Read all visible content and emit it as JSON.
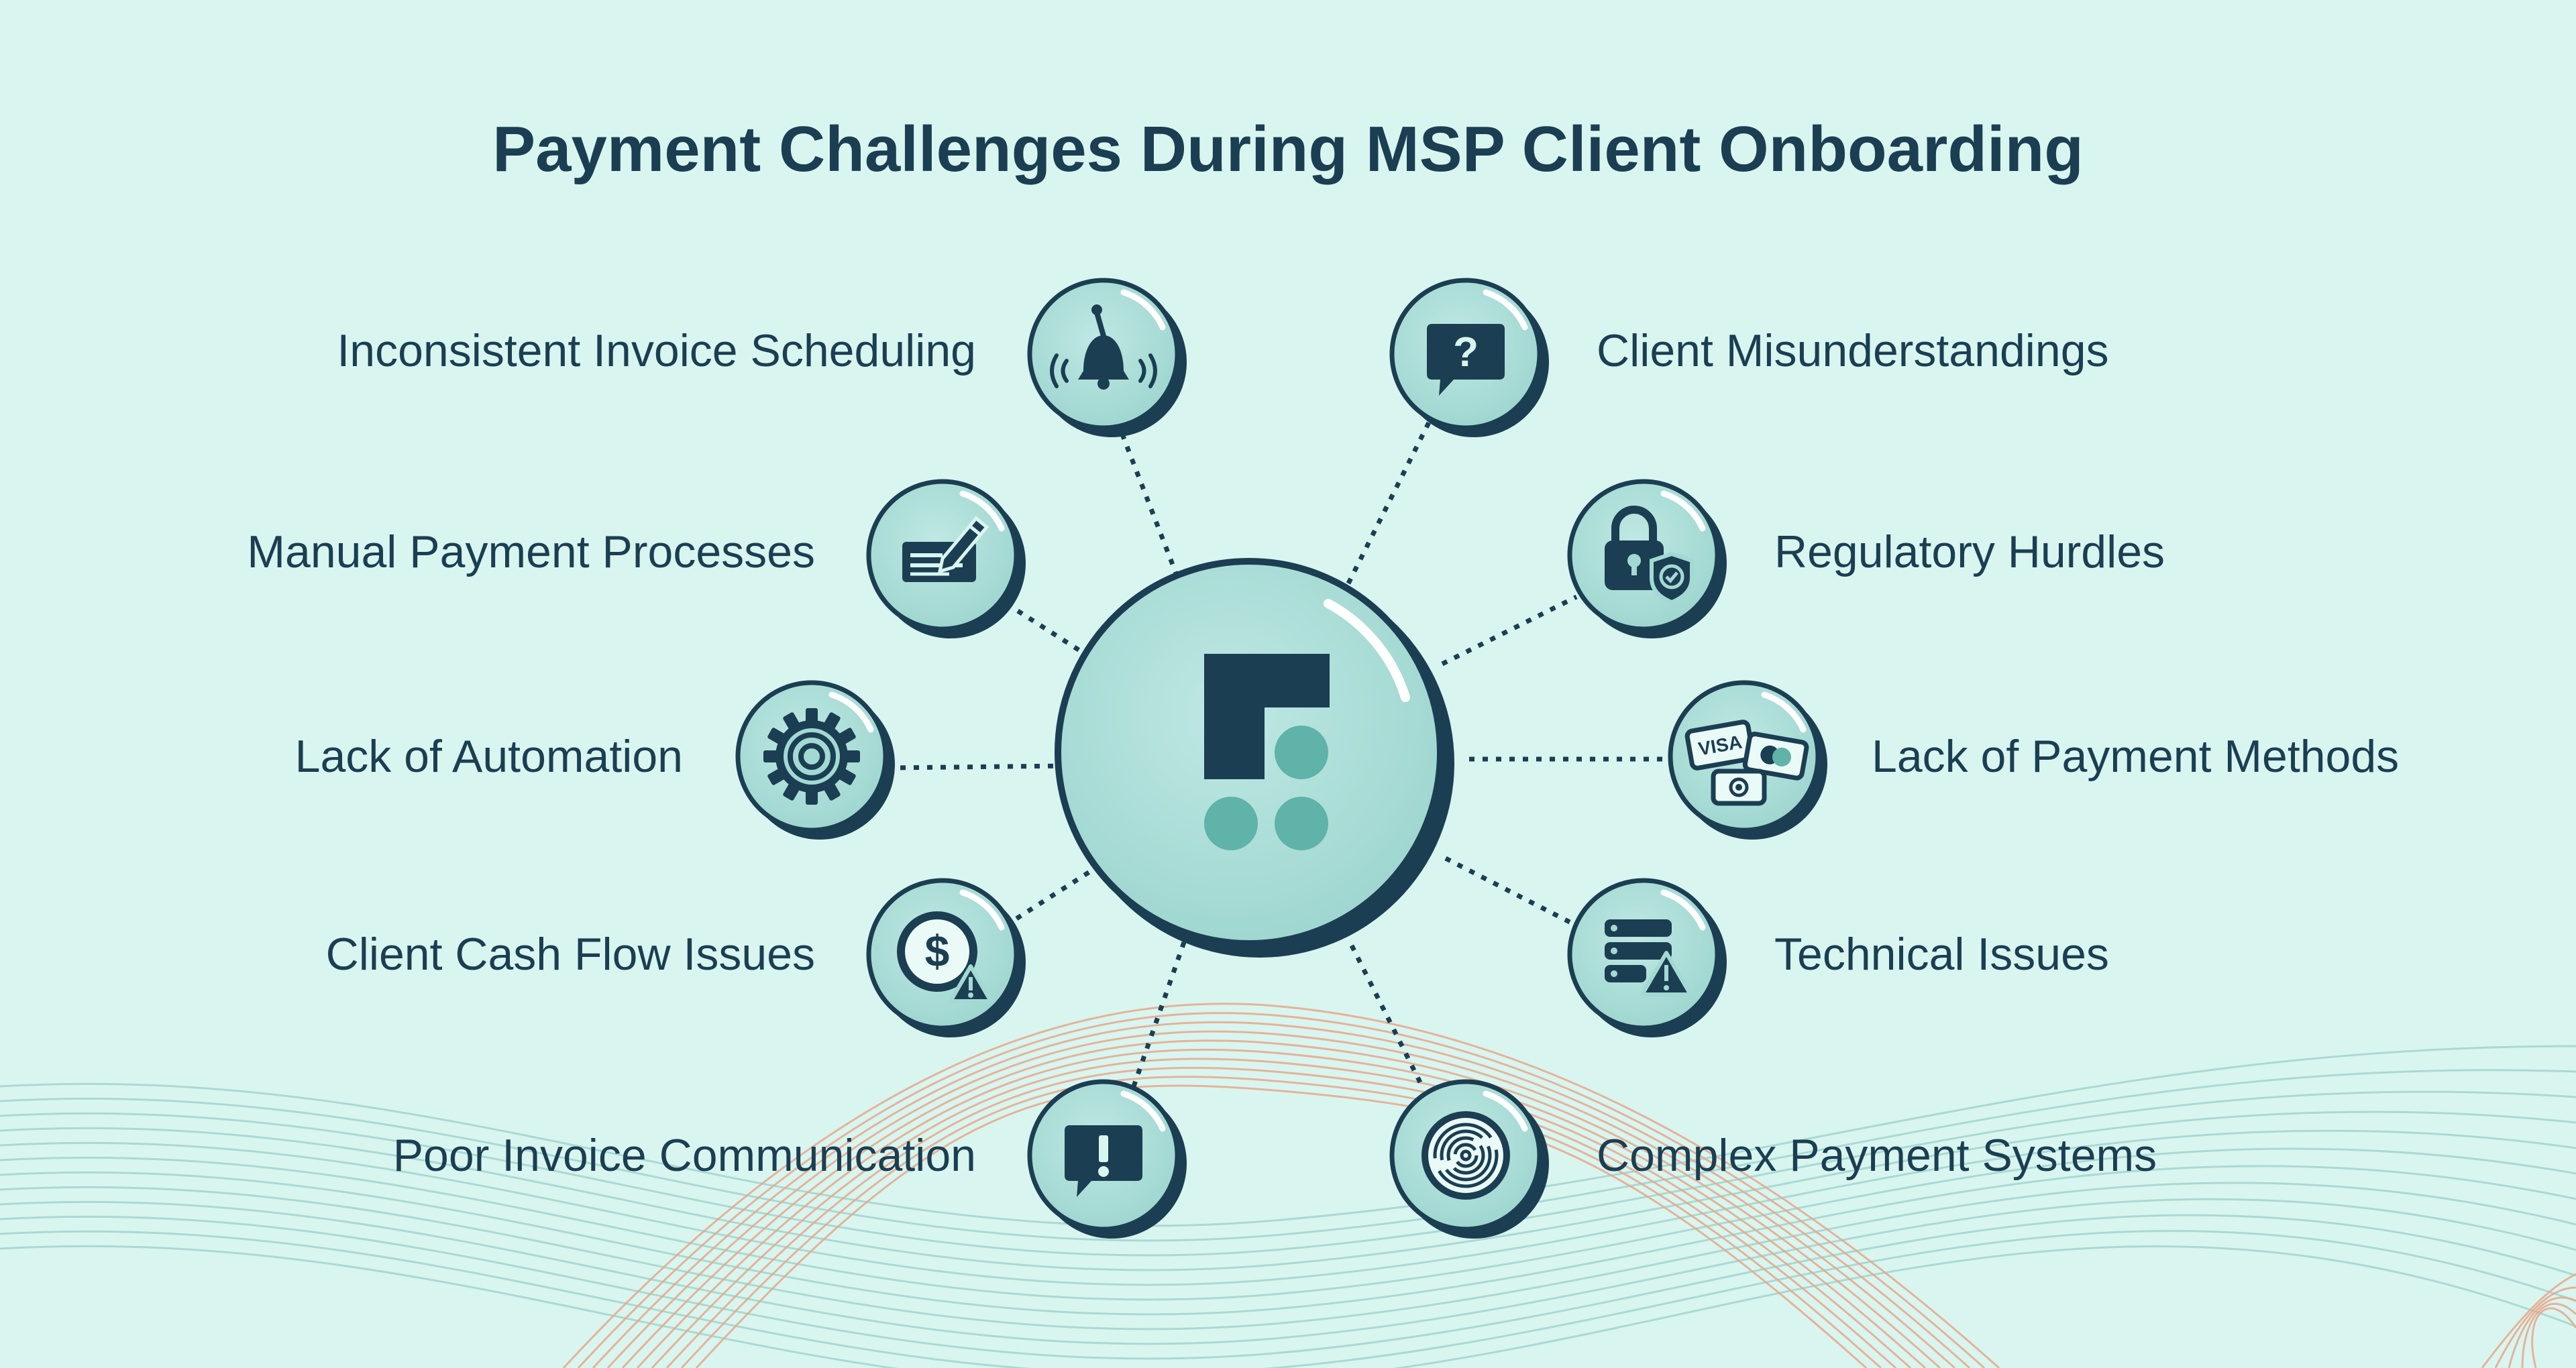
{
  "title": "Payment Challenges During MSP Client Onboarding",
  "colors": {
    "background": "#d9f5f0",
    "navy": "#1b3e52",
    "bubble": "#a3d9d3",
    "accent_teal": "#5fb3a8",
    "wave_orange": "#e8a88a",
    "wave_teal": "#9fd3cc"
  },
  "center_logo": "brand-logo",
  "challenges": [
    {
      "label": "Inconsistent Invoice Scheduling",
      "icon": "bell-icon"
    },
    {
      "label": "Manual Payment Processes",
      "icon": "check-signing-icon"
    },
    {
      "label": "Lack of Automation",
      "icon": "gear-icon"
    },
    {
      "label": "Client Cash Flow Issues",
      "icon": "dollar-warning-icon"
    },
    {
      "label": "Poor Invoice Communication",
      "icon": "exclamation-chat-icon"
    },
    {
      "label": "Client Misunderstandings",
      "icon": "question-chat-icon"
    },
    {
      "label": "Regulatory Hurdles",
      "icon": "lock-shield-icon"
    },
    {
      "label": "Lack of Payment Methods",
      "icon": "payment-cards-icon"
    },
    {
      "label": "Technical Issues",
      "icon": "server-warning-icon"
    },
    {
      "label": "Complex Payment Systems",
      "icon": "maze-icon"
    }
  ]
}
